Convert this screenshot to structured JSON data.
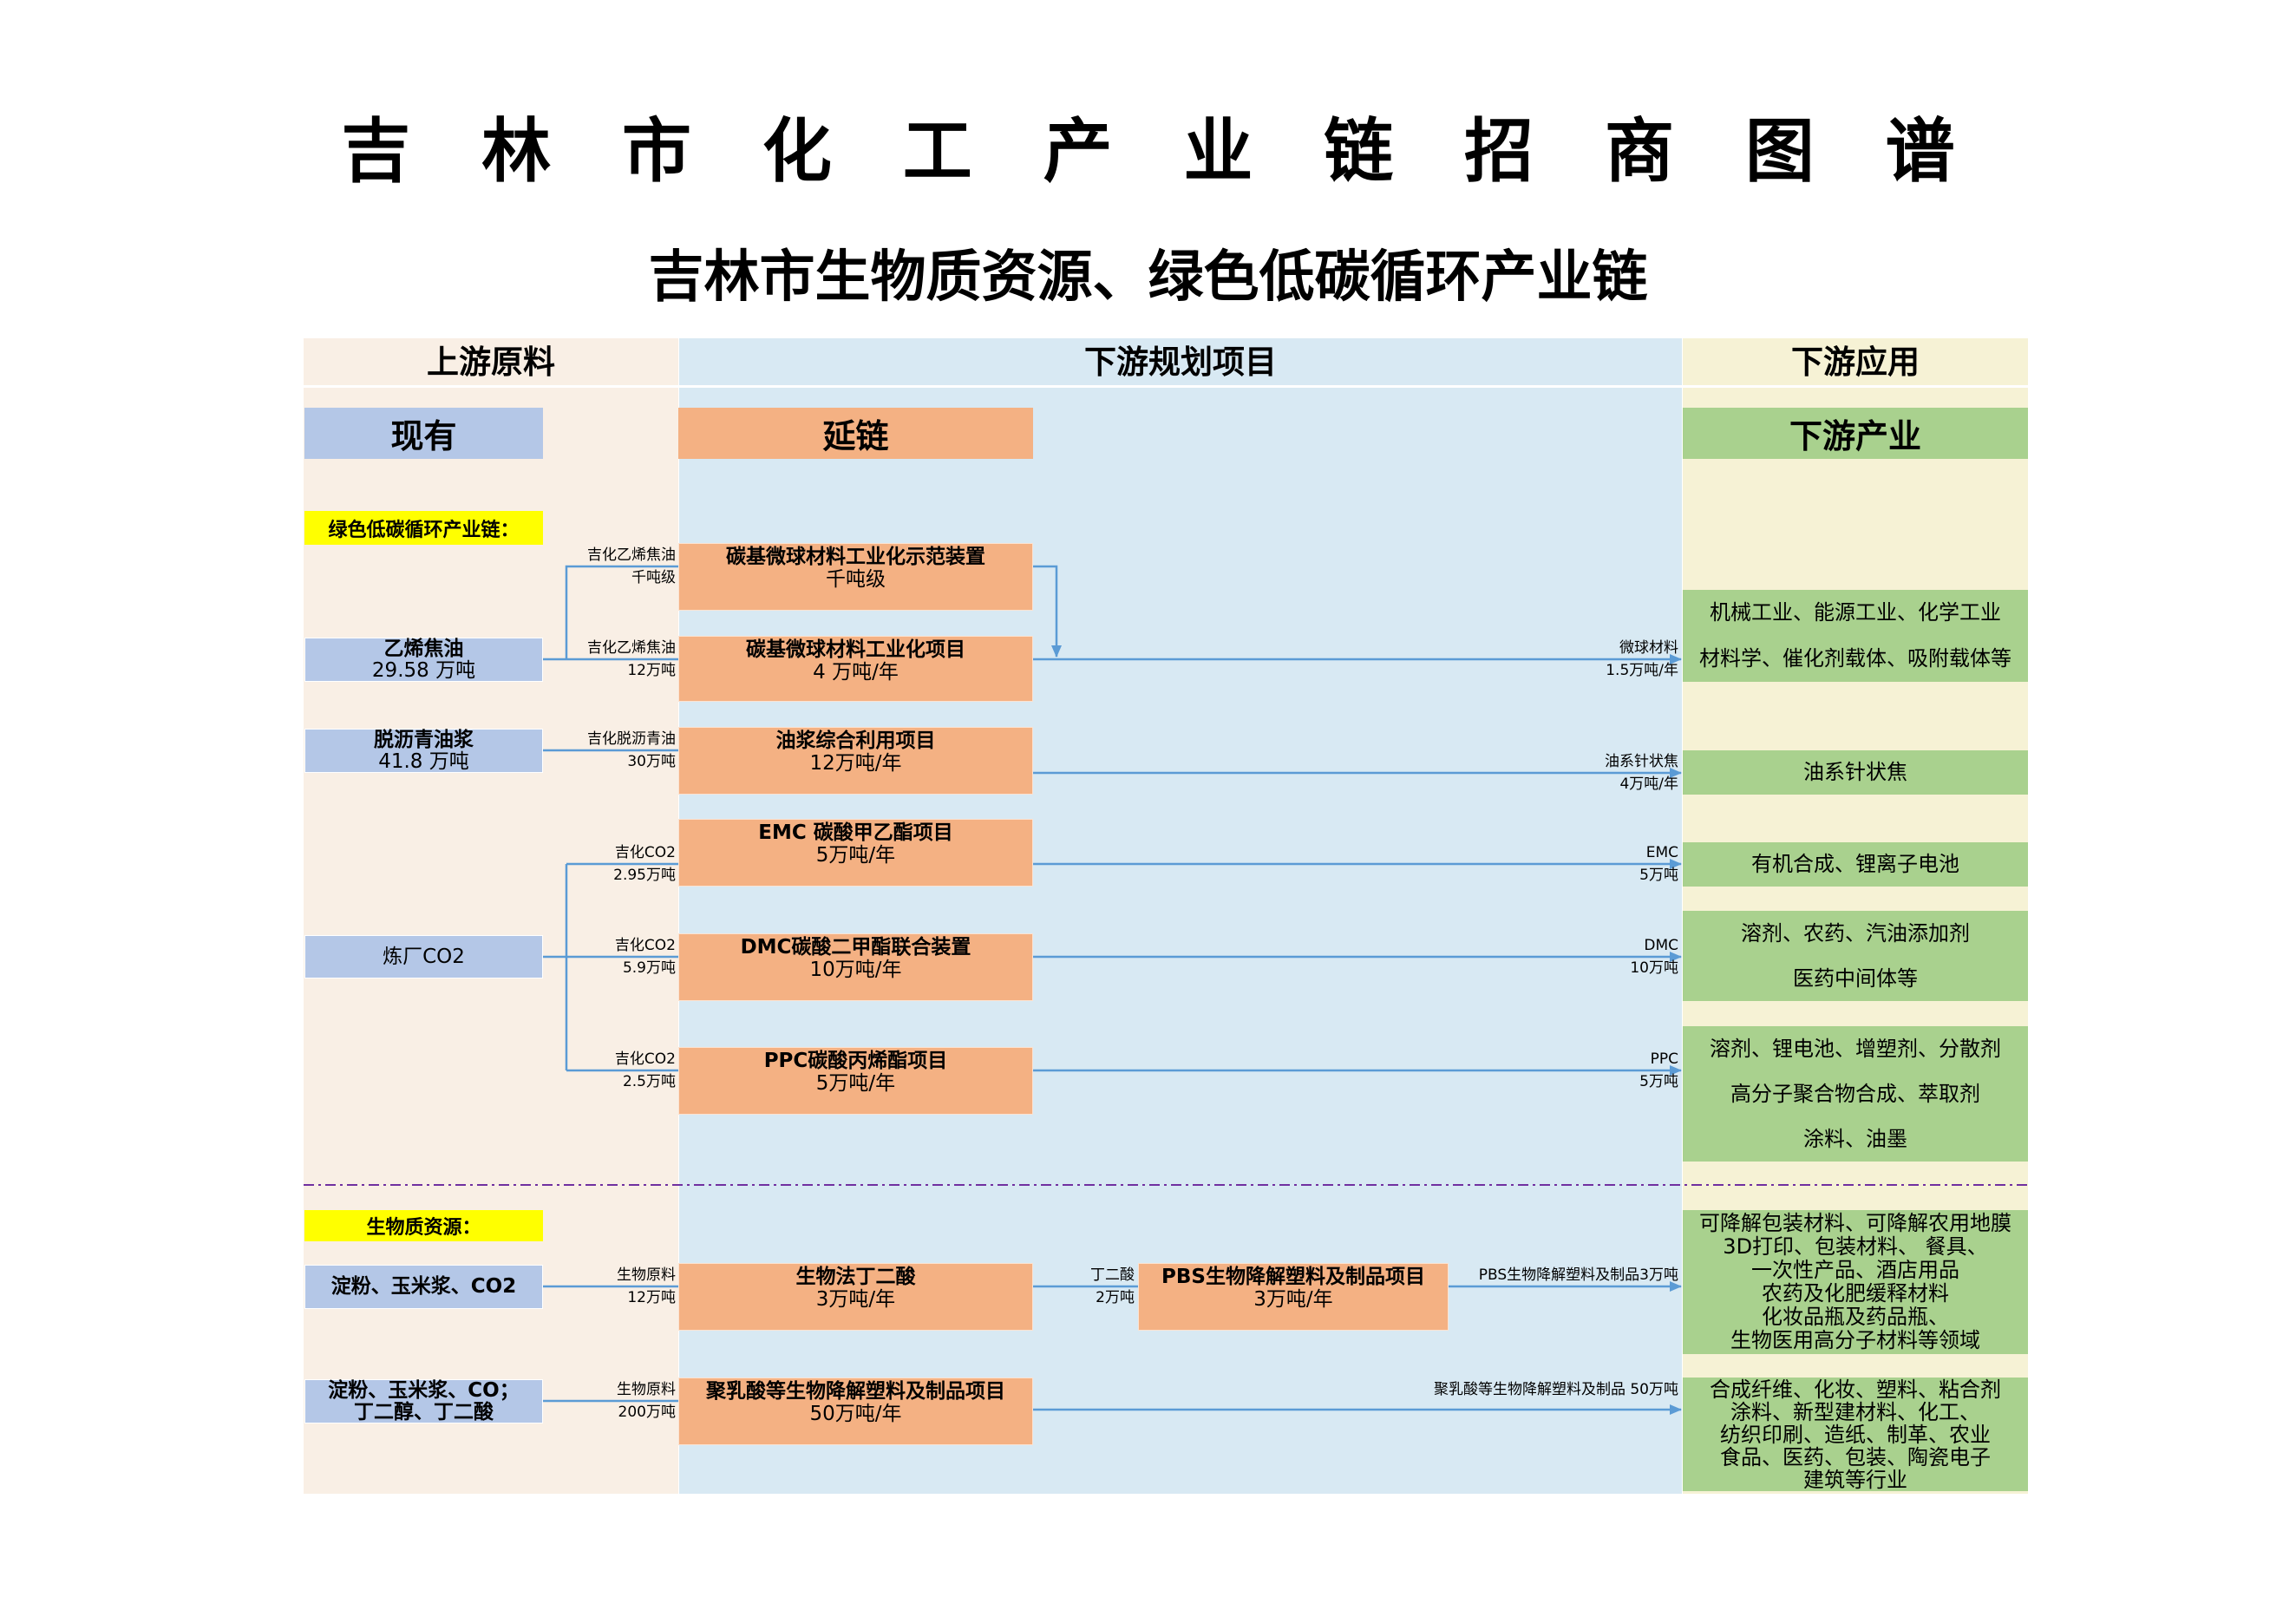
{
  "title": "吉 林 市 化 工 产 业 链 招 商 图 谱",
  "subtitle": "吉林市生物质资源、绿色低碳循环产业链",
  "columns": {
    "upstream": "上游原料",
    "downstream_projects": "下游规划项目",
    "downstream_application": "下游应用"
  },
  "subheaders": {
    "existing": "现有",
    "extension": "延链",
    "industry": "下游产业"
  },
  "sections": {
    "green_low_carbon": "绿色低碳循环产业链：",
    "biomass": "生物质资源："
  },
  "raw_materials": [
    {
      "name": "乙烯焦油",
      "amount": "29.58 万吨"
    },
    {
      "name": "脱沥青油浆",
      "amount": "41.8 万吨"
    },
    {
      "name": "炼厂CO2"
    },
    {
      "name": "淀粉、玉米浆、CO2"
    },
    {
      "name": "淀粉、玉米浆、CO；",
      "name2": "丁二醇、丁二酸"
    }
  ],
  "inputs": [
    {
      "name": "吉化乙烯焦油",
      "amount": "千吨级"
    },
    {
      "name": "吉化乙烯焦油",
      "amount": "12万吨"
    },
    {
      "name": "吉化脱沥青油",
      "amount": "30万吨"
    },
    {
      "name": "吉化CO2",
      "amount": "2.95万吨"
    },
    {
      "name": "吉化CO2",
      "amount": "5.9万吨"
    },
    {
      "name": "吉化CO2",
      "amount": "2.5万吨"
    },
    {
      "name": "生物原料",
      "amount": "12万吨"
    },
    {
      "name": "丁二酸",
      "amount": "2万吨"
    },
    {
      "name": "生物原料",
      "amount": "200万吨"
    }
  ],
  "projects": [
    {
      "name": "碳基微球材料工业化示范装置",
      "capacity": "千吨级"
    },
    {
      "name": "碳基微球材料工业化项目",
      "capacity": "4 万吨/年"
    },
    {
      "name": "油浆综合利用项目",
      "capacity": "12万吨/年"
    },
    {
      "name": "EMC 碳酸甲乙酯项目",
      "capacity": "5万吨/年"
    },
    {
      "name": "DMC碳酸二甲酯联合装置",
      "capacity": "10万吨/年"
    },
    {
      "name": "PPC碳酸丙烯酯项目",
      "capacity": "5万吨/年"
    },
    {
      "name": "生物法丁二酸",
      "capacity": "3万吨/年"
    },
    {
      "name": "PBS生物降解塑料及制品项目",
      "capacity": "3万吨/年"
    },
    {
      "name": "聚乳酸等生物降解塑料及制品项目",
      "capacity": "50万吨/年"
    }
  ],
  "outputs": [
    {
      "name": "微球材料",
      "amount": "1.5万吨/年"
    },
    {
      "name": "油系针状焦",
      "amount": "4万吨/年"
    },
    {
      "name": "EMC",
      "amount": "5万吨"
    },
    {
      "name": "DMC",
      "amount": "10万吨"
    },
    {
      "name": "PPC",
      "amount": "5万吨"
    },
    {
      "name": "PBS生物降解塑料及制品3万吨"
    },
    {
      "name": "聚乳酸等生物降解塑料及制品 50万吨"
    }
  ],
  "applications": [
    [
      "机械工业、能源工业、化学工业",
      "材料学、催化剂载体、吸附载体等"
    ],
    [
      "油系针状焦"
    ],
    [
      "有机合成、锂离子电池"
    ],
    [
      "溶剂、农药、汽油添加剂",
      "医药中间体等"
    ],
    [
      "溶剂、锂电池、增塑剂、分散剂",
      "高分子聚合物合成、萃取剂",
      "涂料、油墨"
    ],
    [
      "可降解包装材料、可降解农用地膜",
      "3D打印、包装材料、 餐具、",
      "一次性产品、酒店用品",
      "农药及化肥缓释材料",
      "化妆品瓶及药品瓶、",
      "生物医用高分子材料等领域"
    ],
    [
      "合成纤维、化妆、塑料、粘合剂",
      "涂料、新型建材料、化工、",
      "纺织印刷、造纸、制革、农业",
      "食品、医药、包装、陶瓷电子",
      "建筑等行业"
    ]
  ],
  "colors": {
    "upstream_bg": "#f9efe5",
    "projects_bg": "#d8e9f3",
    "application_bg": "#f6f2d5",
    "raw_material_box": "#b4c7e7",
    "project_box": "#f4b183",
    "application_box": "#a9d18e",
    "section_tag": "#ffff00",
    "flow_line": "#5b9bd5",
    "section_divider": "#7030a0"
  }
}
